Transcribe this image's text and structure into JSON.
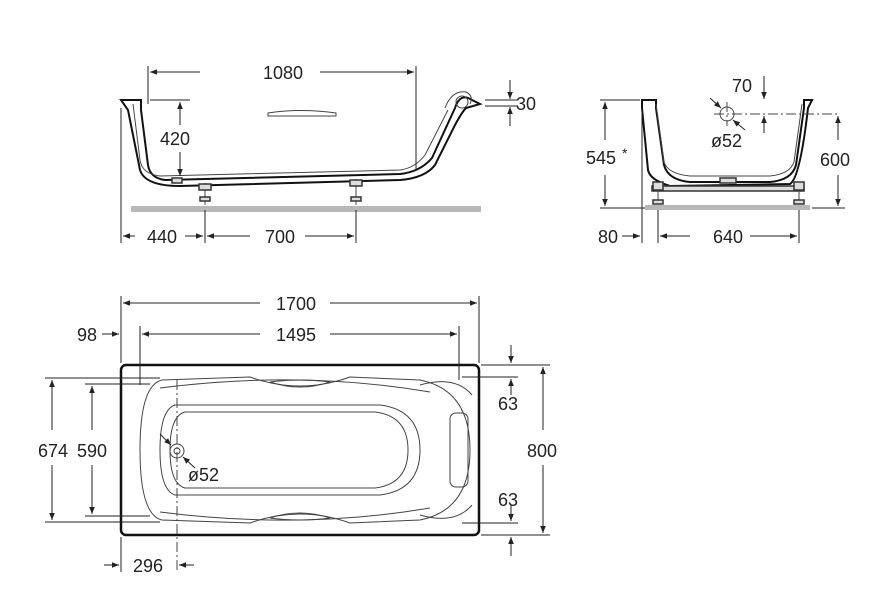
{
  "side_view": {
    "dims": {
      "length_top": "1080",
      "rim_height": "30",
      "height": "420",
      "offset_left": "440",
      "leg_spacing": "700"
    }
  },
  "end_view": {
    "dims": {
      "drain_offset": "70",
      "drain_diameter": "ø52",
      "height_star": "545",
      "star": "*",
      "height_total": "600",
      "offset_left": "80",
      "leg_width": "640"
    }
  },
  "plan_view": {
    "dims": {
      "overall_length": "1700",
      "inner_length": "1495",
      "inset_left": "98",
      "outer_width": "674",
      "inner_width": "590",
      "rim_top": "63",
      "rim_bottom": "63",
      "overall_width": "800",
      "drain_diameter": "ø52",
      "drain_offset": "296"
    }
  }
}
